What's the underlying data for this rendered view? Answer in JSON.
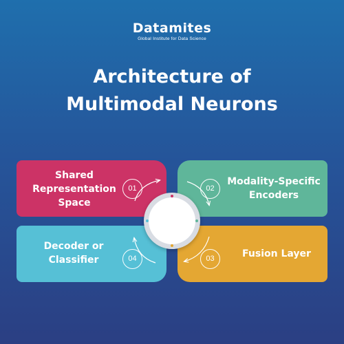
{
  "brand": {
    "name": "Datamites",
    "tagline": "Global Institute for Data Science"
  },
  "title": {
    "line1": "Architecture of",
    "line2": "Multimodal Neurons"
  },
  "steps": [
    {
      "number": "01",
      "label_lines": [
        "Shared",
        "Representation",
        "Space"
      ],
      "color": "#cc3366"
    },
    {
      "number": "02",
      "label_lines": [
        "Modality-Specific",
        "Encoders"
      ],
      "color": "#5fb69a"
    },
    {
      "number": "03",
      "label_lines": [
        "Fusion Layer"
      ],
      "color": "#e4a733"
    },
    {
      "number": "04",
      "label_lines": [
        "Decoder or",
        "Classifier"
      ],
      "color": "#56c0d6"
    }
  ],
  "colors": {
    "background_top": "#1f6fad",
    "background_bottom": "#2b3f83"
  }
}
